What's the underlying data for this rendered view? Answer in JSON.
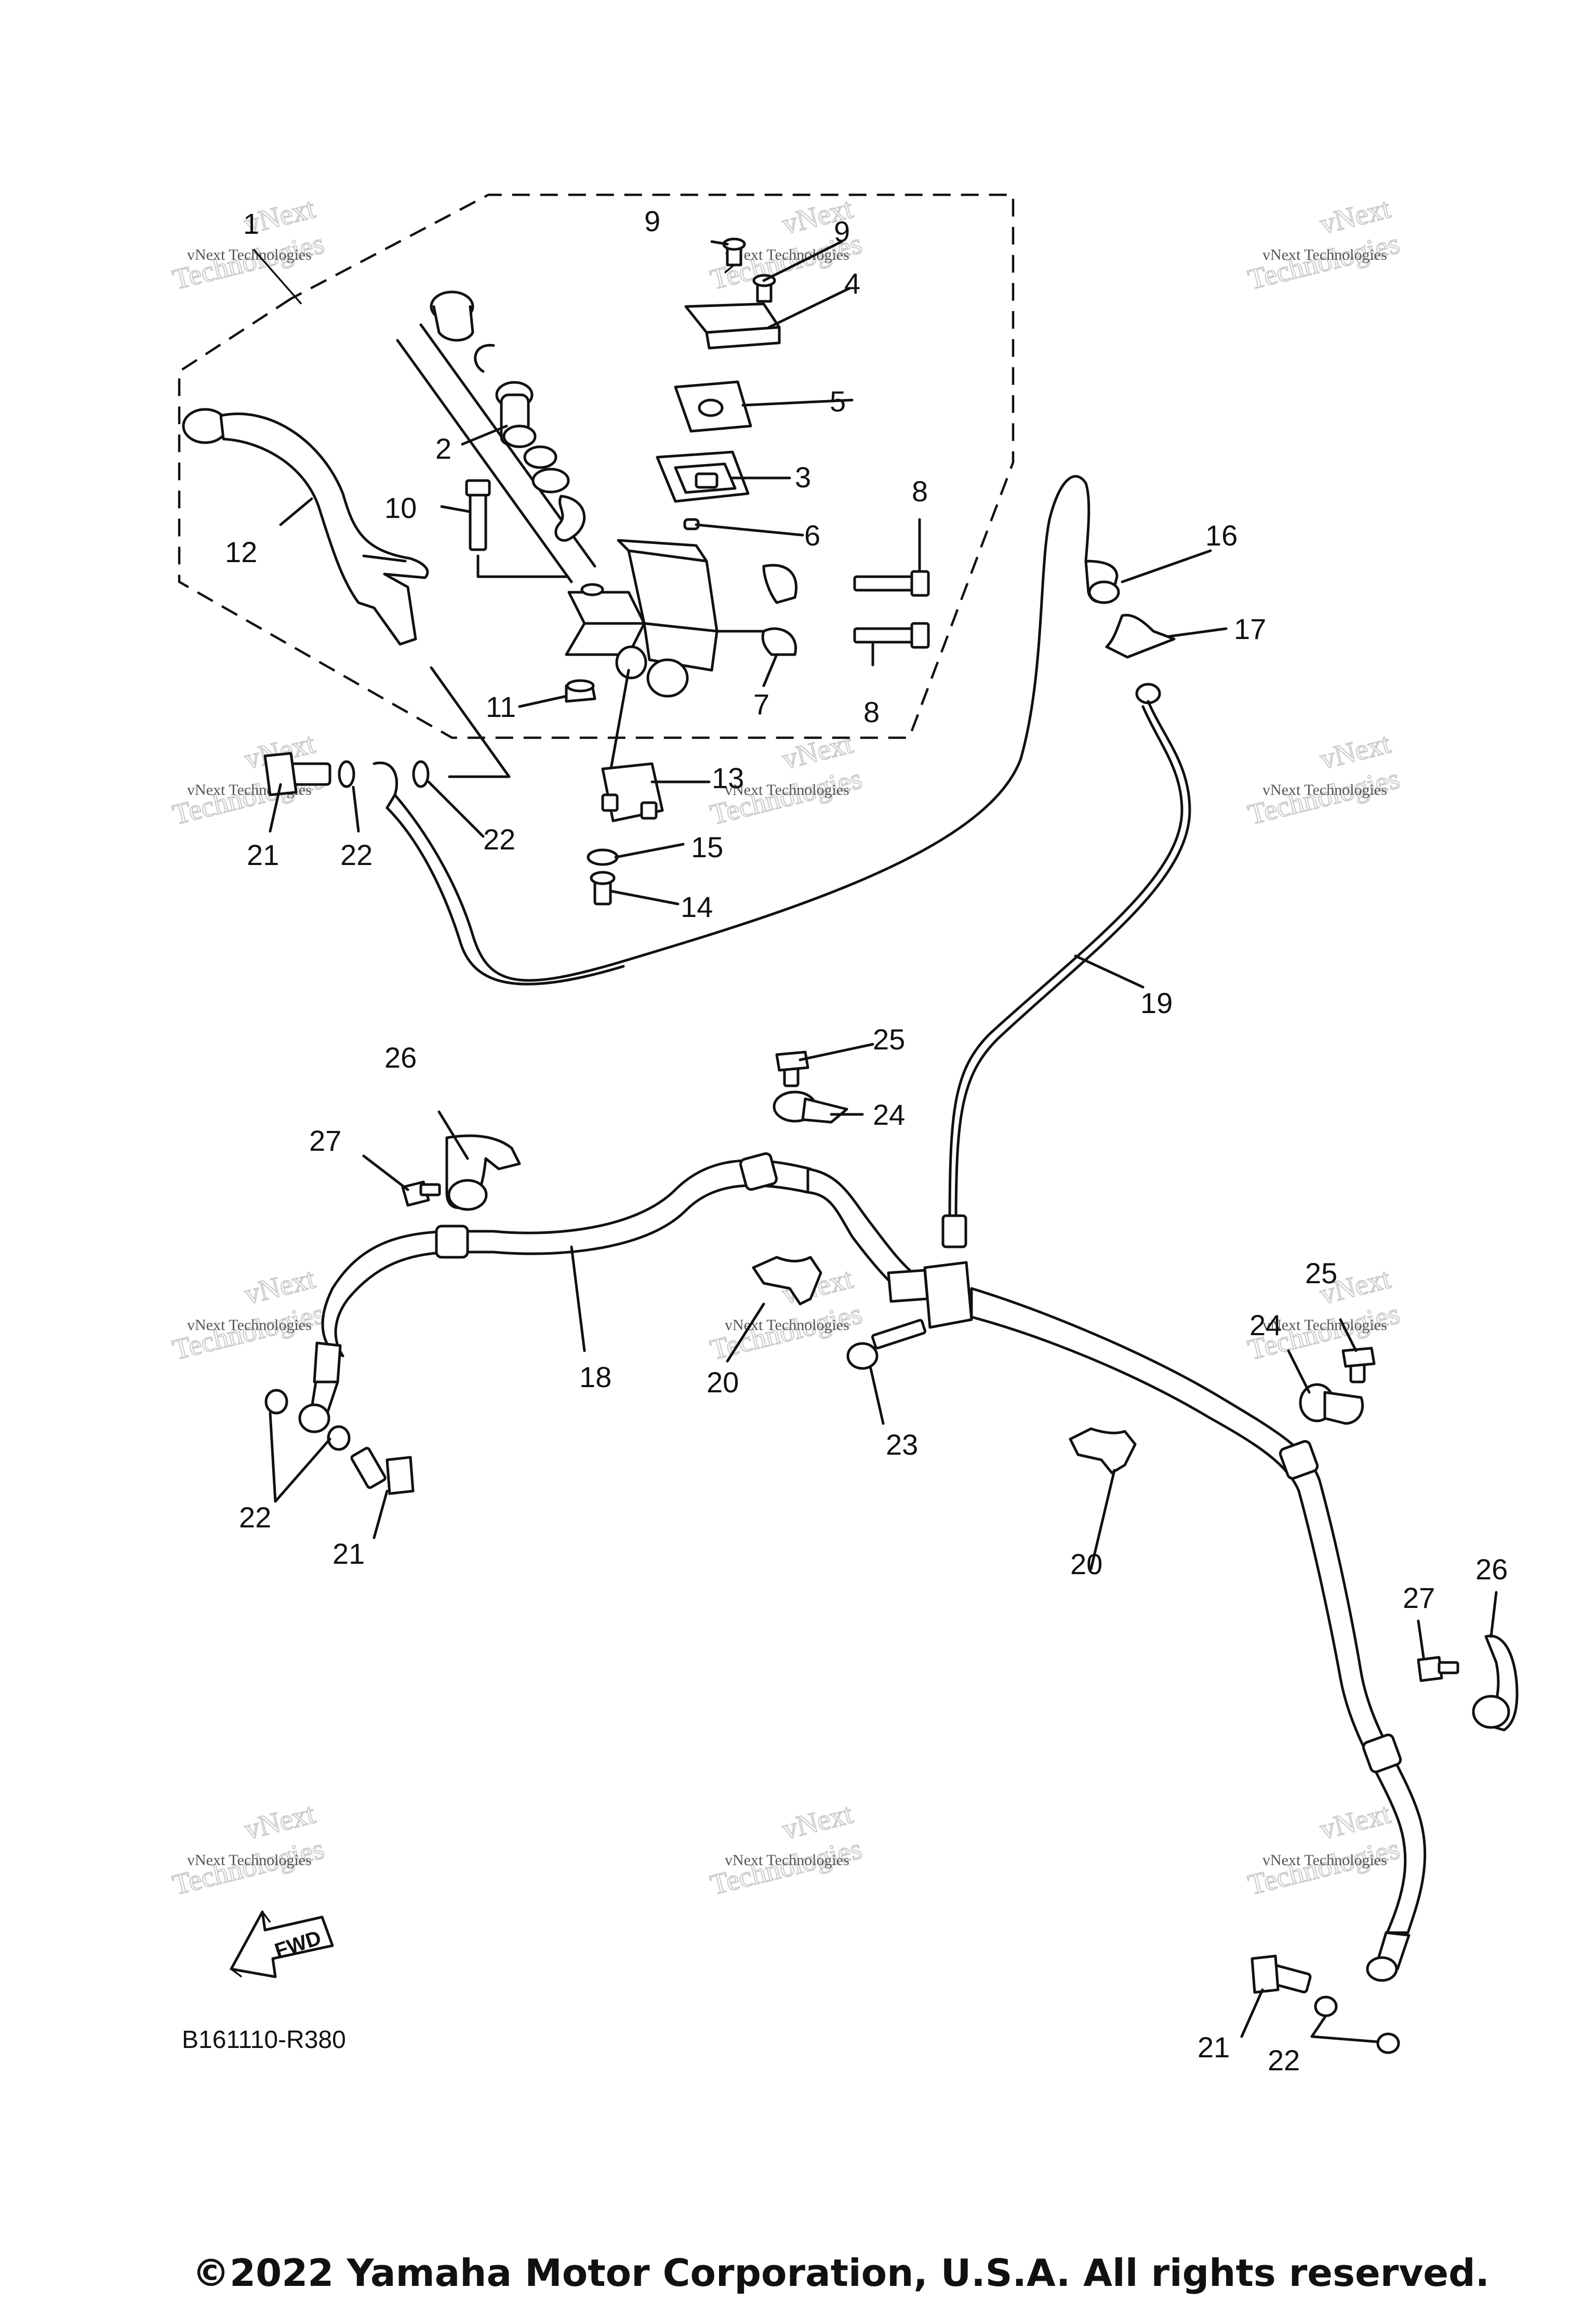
{
  "diagram_code": "B161110-R380",
  "copyright": "©2022 Yamaha Motor Corporation, U.S.A. All rights reserved.",
  "fwd_label": "FWD",
  "watermark": {
    "line1": "vNext",
    "line2": "Technologies",
    "small": "vNext Technologies"
  },
  "callouts": [
    {
      "key": "c1",
      "label": "1"
    },
    {
      "key": "c2",
      "label": "2"
    },
    {
      "key": "c3",
      "label": "3"
    },
    {
      "key": "c4",
      "label": "4"
    },
    {
      "key": "c5",
      "label": "5"
    },
    {
      "key": "c6",
      "label": "6"
    },
    {
      "key": "c7",
      "label": "7"
    },
    {
      "key": "c8a",
      "label": "8"
    },
    {
      "key": "c8b",
      "label": "8"
    },
    {
      "key": "c9a",
      "label": "9"
    },
    {
      "key": "c9b",
      "label": "9"
    },
    {
      "key": "c10",
      "label": "10"
    },
    {
      "key": "c11",
      "label": "11"
    },
    {
      "key": "c12",
      "label": "12"
    },
    {
      "key": "c13",
      "label": "13"
    },
    {
      "key": "c14",
      "label": "14"
    },
    {
      "key": "c15",
      "label": "15"
    },
    {
      "key": "c16",
      "label": "16"
    },
    {
      "key": "c17",
      "label": "17"
    },
    {
      "key": "c18",
      "label": "18"
    },
    {
      "key": "c19",
      "label": "19"
    },
    {
      "key": "c20a",
      "label": "20"
    },
    {
      "key": "c20b",
      "label": "20"
    },
    {
      "key": "c21a",
      "label": "21"
    },
    {
      "key": "c21b",
      "label": "21"
    },
    {
      "key": "c21c",
      "label": "21"
    },
    {
      "key": "c22a",
      "label": "22"
    },
    {
      "key": "c22b",
      "label": "22"
    },
    {
      "key": "c22c",
      "label": "22"
    },
    {
      "key": "c22d",
      "label": "22"
    },
    {
      "key": "c23",
      "label": "23"
    },
    {
      "key": "c24a",
      "label": "24"
    },
    {
      "key": "c24b",
      "label": "24"
    },
    {
      "key": "c25a",
      "label": "25"
    },
    {
      "key": "c25b",
      "label": "25"
    },
    {
      "key": "c26a",
      "label": "26"
    },
    {
      "key": "c26b",
      "label": "26"
    },
    {
      "key": "c27a",
      "label": "27"
    },
    {
      "key": "c27b",
      "label": "27"
    }
  ]
}
